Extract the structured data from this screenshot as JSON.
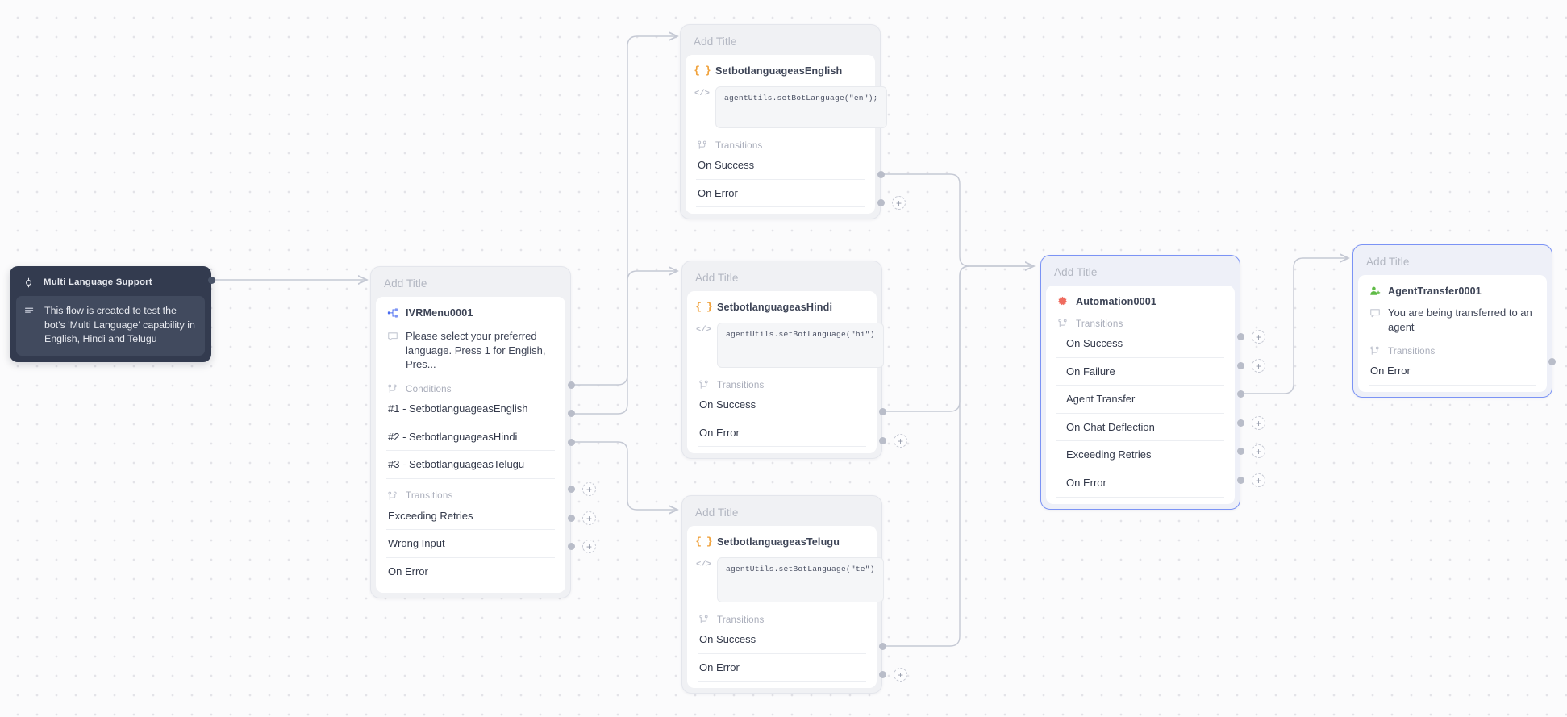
{
  "canvas": {
    "name": "flow-builder-canvas"
  },
  "comment_node": {
    "title": "Multi Language Support",
    "text": "This flow is created to test the bot's 'Multi Language' capability in English, Hindi and Telugu",
    "head_icon": "target-icon",
    "body_icon": "note-lines-icon"
  },
  "nodes": [
    {
      "id": "ivr",
      "title": "Add Title",
      "name": "IVRMenu0001",
      "name_icon": "ivr-menu-icon",
      "message": "Please select your preferred language. Press 1 for English, Pres...",
      "message_icon": "message-bubble-icon",
      "conditions_label": "Conditions",
      "conditions": [
        "#1 - SetbotlanguageasEnglish",
        "#2 - SetbotlanguageasHindi",
        "#3 - SetbotlanguageasTelugu"
      ],
      "transitions_label": "Transitions",
      "transitions": [
        "Exceeding Retries",
        "Wrong Input",
        "On Error"
      ]
    },
    {
      "id": "script-english",
      "title": "Add Title",
      "name": "SetbotlanguageasEnglish",
      "name_icon": "script-braces-icon",
      "code": "agentUtils.setBotLanguage(\"en\");",
      "code_icon": "code-tag-icon",
      "transitions_label": "Transitions",
      "transitions": [
        "On Success",
        "On Error"
      ]
    },
    {
      "id": "script-hindi",
      "title": "Add Title",
      "name": "SetbotlanguageasHindi",
      "name_icon": "script-braces-icon",
      "code": "agentUtils.setBotLanguage(\"hi\")",
      "code_icon": "code-tag-icon",
      "transitions_label": "Transitions",
      "transitions": [
        "On Success",
        "On Error"
      ]
    },
    {
      "id": "script-telugu",
      "title": "Add Title",
      "name": "SetbotlanguageasTelugu",
      "name_icon": "script-braces-icon",
      "code": "agentUtils.setBotLanguage(\"te\")",
      "code_icon": "code-tag-icon",
      "transitions_label": "Transitions",
      "transitions": [
        "On Success",
        "On Error"
      ]
    },
    {
      "id": "automation",
      "title": "Add Title",
      "name": "Automation0001",
      "name_icon": "automation-gear-icon",
      "transitions_label": "Transitions",
      "transitions": [
        "On Success",
        "On Failure",
        "Agent Transfer",
        "On Chat Deflection",
        "Exceeding Retries",
        "On Error"
      ],
      "selected": true
    },
    {
      "id": "agent-transfer",
      "title": "Add Title",
      "name": "AgentTransfer0001",
      "name_icon": "agent-person-icon",
      "message": "You are being transferred to an agent",
      "message_icon": "message-bubble-icon",
      "transitions_label": "Transitions",
      "transitions": [
        "On Error"
      ],
      "selected": true
    }
  ],
  "add_button_label": "+",
  "colors": {
    "canvas_bg": "#fbfbfc",
    "node_shell": "#f0f1f4",
    "node_body": "#ffffff",
    "selected_border": "#7b93f5",
    "comment_bg": "#333b4f",
    "comment_body_bg": "#414a5e",
    "script_icon": "#f0a23c",
    "automation_icon": "#ef6b5e",
    "agent_icon": "#5fbb46",
    "ivr_icon": "#4a6cf0",
    "edge": "#c5c9d4",
    "port": "#b9bdc9"
  }
}
